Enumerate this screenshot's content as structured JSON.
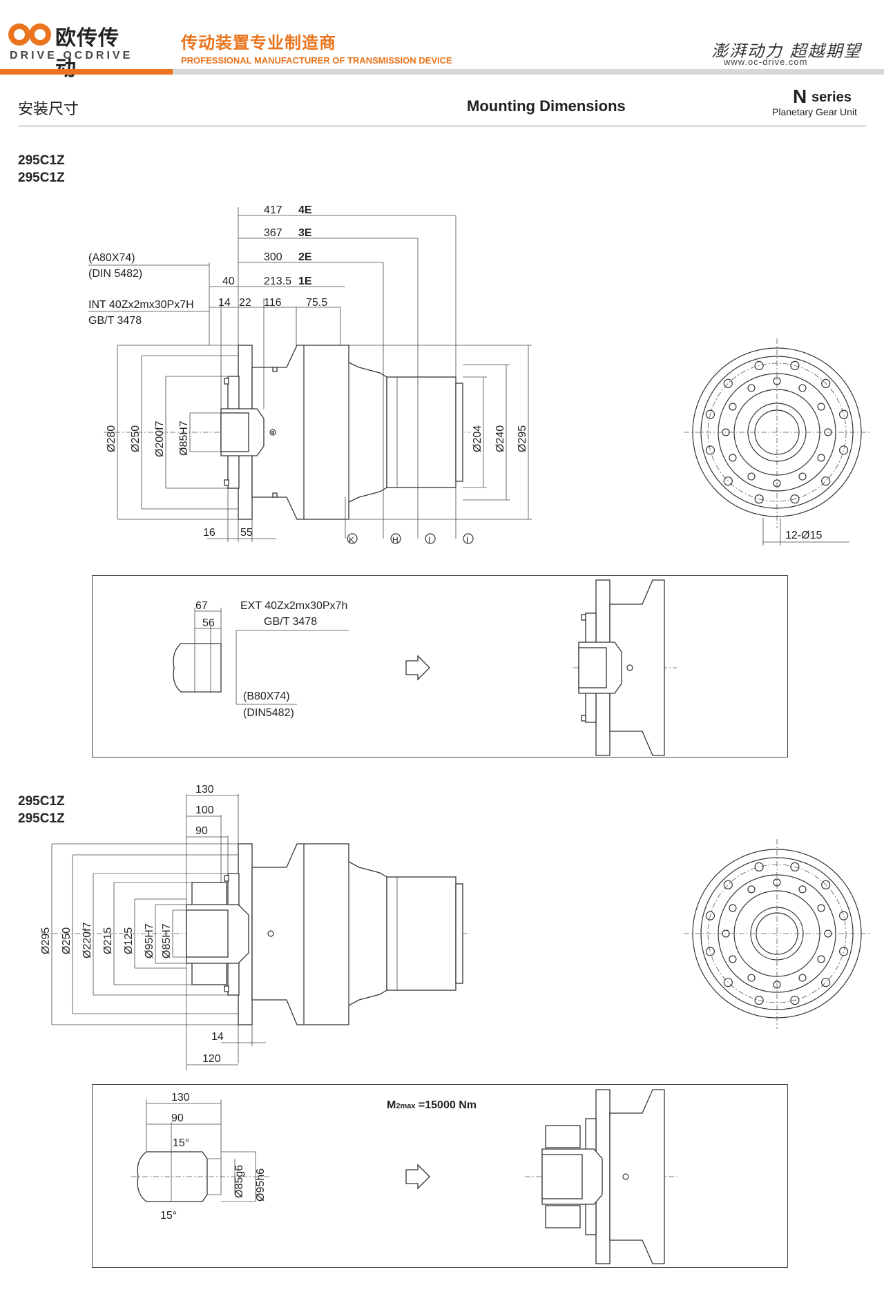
{
  "header": {
    "brand_cn": "欧传传动",
    "brand_en": "DRIVE OCDRIVE",
    "tagline_cn": "传动装置专业制造商",
    "tagline_en": "PROFESSIONAL MANUFACTURER OF TRANSMISSION DEVICE",
    "slogan": "澎湃动力 超越期望",
    "website": "www.oc-drive.com",
    "accent_color": "#e9741d"
  },
  "section": {
    "title_cn": "安装尺寸",
    "title_en": "Mounting Dimensions",
    "series_letter": "N",
    "series_word": "series",
    "series_sub": "Planetary Gear Unit"
  },
  "drawing1": {
    "model_line1": "295C1Z",
    "model_line2": "295C1Z",
    "spline_a": "(A80X74)",
    "spline_din": "(DIN 5482)",
    "spline_int": "INT 40Zx2mx30Px7H",
    "spline_gb": "GB/T 3478",
    "len_417": "417",
    "len_4e": "4E",
    "len_367": "367",
    "len_3e": "3E",
    "len_300": "300",
    "len_2e": "2E",
    "len_2135": "213.5",
    "len_1e": "1E",
    "len_40": "40",
    "len_14": "14",
    "len_22": "22",
    "len_116": "116",
    "len_755": "75.5",
    "dia_280": "Ø280",
    "dia_250": "Ø250",
    "dia_200": "Ø200f7",
    "dia_85": "Ø85H7",
    "dia_204": "Ø204",
    "dia_240": "Ø240",
    "dia_295": "Ø295",
    "len_16": "16",
    "len_55": "55",
    "view_k": "K",
    "view_h": "H",
    "view_i1": "I",
    "view_i2": "I",
    "holes": "12-Ø15"
  },
  "box1": {
    "len_67": "67",
    "len_56": "56",
    "ext_spline": "EXT 40Zx2mx30Px7h",
    "ext_gb": "GB/T 3478",
    "b_spline": "(B80X74)",
    "b_din": "(DIN5482)"
  },
  "drawing2": {
    "model_line1": "295C1Z",
    "model_line2": "295C1Z",
    "len_130": "130",
    "len_100": "100",
    "len_90": "90",
    "dia_295": "Ø295",
    "dia_250": "Ø250",
    "dia_220": "Ø220f7",
    "dia_215": "Ø215",
    "dia_125": "Ø125",
    "dia_95": "Ø95H7",
    "dia_85": "Ø85H7",
    "len_14": "14",
    "len_120": "120"
  },
  "box2": {
    "len_130": "130",
    "len_90": "90",
    "angle_top": "15°",
    "angle_bot": "15°",
    "dia_85g6": "Ø85g6",
    "dia_95h6": "Ø95h6",
    "torque_label": "M",
    "torque_sub": "2max",
    "torque_value": " =15000 Nm"
  }
}
